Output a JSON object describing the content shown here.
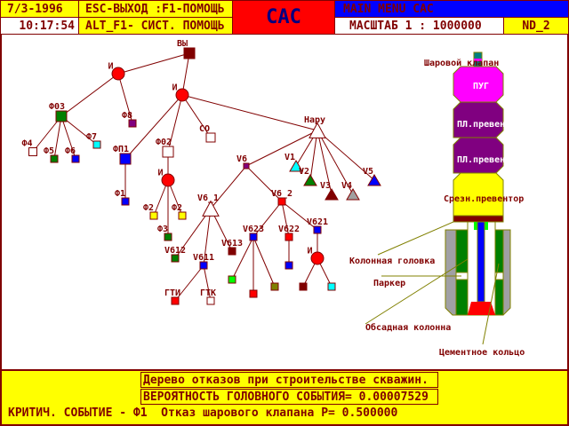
{
  "header": {
    "date": "7/3-1996",
    "time": "10:17:54",
    "hint_line1": "ESC-ВЫХОД :F1-ПОМОЩЬ",
    "hint_line2": "ALT_F1- СИСТ. ПОМОЩЬ",
    "app_title": "САС",
    "menu_title": "MAIN MENU  САС",
    "scale": "МАСШТАБ 1 : 1000000",
    "map_id": "ND_2"
  },
  "colors": {
    "dark_red": "#800000",
    "yellow": "#ffff00",
    "red": "#ff0000",
    "blue": "#0000ff"
  },
  "tree": {
    "nodes": [
      {
        "id": "top",
        "label": "ВЫ",
        "shape": "square",
        "color": "#800000"
      },
      {
        "id": "and1",
        "label": "И",
        "shape": "circle",
        "color": "#ff0000"
      },
      {
        "id": "and2",
        "label": "И",
        "shape": "circle",
        "color": "#ff0000"
      },
      {
        "id": "f03",
        "label": "Ф03",
        "shape": "square",
        "color": "#008000"
      },
      {
        "id": "f8",
        "label": "Ф8",
        "shape": "square",
        "color": "#800080"
      },
      {
        "id": "f4",
        "label": "Ф4",
        "shape": "square",
        "color": "#ffffff"
      },
      {
        "id": "f5",
        "label": "Ф5",
        "shape": "square",
        "color": "#008000"
      },
      {
        "id": "f6",
        "label": "Ф6",
        "shape": "square",
        "color": "#0000ff"
      },
      {
        "id": "f7",
        "label": "Ф7",
        "shape": "square",
        "color": "#00ffff"
      },
      {
        "id": "fp1",
        "label": "ФП1",
        "shape": "square",
        "color": "#0000ff"
      },
      {
        "id": "f1",
        "label": "Ф1",
        "shape": "square",
        "color": "#0000ff"
      },
      {
        "id": "f02",
        "label": "Ф02",
        "shape": "square",
        "color": "#ffffff"
      },
      {
        "id": "and3",
        "label": "И",
        "shape": "circle",
        "color": "#ff0000"
      },
      {
        "id": "f2a",
        "label": "Ф2",
        "shape": "square",
        "color": "#ffff00"
      },
      {
        "id": "f2b",
        "label": "Ф2",
        "shape": "square",
        "color": "#ffff00"
      },
      {
        "id": "f3",
        "label": "Ф3",
        "shape": "square",
        "color": "#008000"
      },
      {
        "id": "co",
        "label": "СО",
        "shape": "square",
        "color": "#ffffff"
      },
      {
        "id": "naru",
        "label": "Нару",
        "shape": "triangle",
        "color": "#ffffff"
      },
      {
        "id": "v6",
        "label": "V6",
        "shape": "square",
        "color": "#800080"
      },
      {
        "id": "v1",
        "label": "V1",
        "shape": "triangle",
        "color": "#00ffff"
      },
      {
        "id": "v2",
        "label": "V2",
        "shape": "triangle",
        "color": "#008000"
      },
      {
        "id": "v3",
        "label": "V3",
        "shape": "triangle",
        "color": "#800000"
      },
      {
        "id": "v4",
        "label": "V4",
        "shape": "triangle",
        "color": "#a0a0a0"
      },
      {
        "id": "v5",
        "label": "V5",
        "shape": "triangle",
        "color": "#0000ff"
      },
      {
        "id": "v61",
        "label": "V6_1",
        "shape": "triangle",
        "color": "#ffffff"
      },
      {
        "id": "v62",
        "label": "V6_2",
        "shape": "square",
        "color": "#ff0000"
      },
      {
        "id": "v612",
        "label": "V612",
        "shape": "square",
        "color": "#008000"
      },
      {
        "id": "v611",
        "label": "V611",
        "shape": "square",
        "color": "#0000ff"
      },
      {
        "id": "v613",
        "label": "V613",
        "shape": "square",
        "color": "#800000"
      },
      {
        "id": "v623",
        "label": "V623",
        "shape": "square",
        "color": "#0000ff"
      },
      {
        "id": "v622",
        "label": "V622",
        "shape": "square",
        "color": "#ff0000"
      },
      {
        "id": "v621",
        "label": "V621",
        "shape": "square",
        "color": "#0000ff"
      },
      {
        "id": "and4",
        "label": "И",
        "shape": "circle",
        "color": "#ff0000"
      },
      {
        "id": "gti",
        "label": "ГТИ",
        "shape": "square",
        "color": "#ff0000"
      },
      {
        "id": "gtk",
        "label": "ГТК",
        "shape": "square",
        "color": "#ffffff"
      },
      {
        "id": "c1",
        "label": "",
        "shape": "square",
        "color": "#00ff00"
      },
      {
        "id": "c2",
        "label": "",
        "shape": "square",
        "color": "#ff0000"
      },
      {
        "id": "c3",
        "label": "",
        "shape": "square",
        "color": "#808000"
      },
      {
        "id": "c4",
        "label": "",
        "shape": "square",
        "color": "#0000ff"
      },
      {
        "id": "c5",
        "label": "",
        "shape": "square",
        "color": "#800000"
      },
      {
        "id": "c6",
        "label": "",
        "shape": "square",
        "color": "#00ffff"
      }
    ],
    "edges": [
      [
        "top",
        "and1"
      ],
      [
        "top",
        "and2"
      ],
      [
        "and1",
        "f03"
      ],
      [
        "and1",
        "f8"
      ],
      [
        "f03",
        "f4"
      ],
      [
        "f03",
        "f5"
      ],
      [
        "f03",
        "f6"
      ],
      [
        "f03",
        "f7"
      ],
      [
        "and2",
        "fp1"
      ],
      [
        "fp1",
        "f1"
      ],
      [
        "and2",
        "f02"
      ],
      [
        "f02",
        "and3"
      ],
      [
        "and3",
        "f2a"
      ],
      [
        "and3",
        "f2b"
      ],
      [
        "and3",
        "f3"
      ],
      [
        "and2",
        "co"
      ],
      [
        "and2",
        "naru"
      ],
      [
        "naru",
        "v6"
      ],
      [
        "naru",
        "v1"
      ],
      [
        "naru",
        "v2"
      ],
      [
        "naru",
        "v3"
      ],
      [
        "naru",
        "v4"
      ],
      [
        "naru",
        "v5"
      ],
      [
        "v6",
        "v61"
      ],
      [
        "v6",
        "v62"
      ],
      [
        "v61",
        "v612"
      ],
      [
        "v61",
        "v611"
      ],
      [
        "v61",
        "v613"
      ],
      [
        "v611",
        "gti"
      ],
      [
        "v611",
        "gtk"
      ],
      [
        "v62",
        "v623"
      ],
      [
        "v62",
        "v622"
      ],
      [
        "v62",
        "v621"
      ],
      [
        "v623",
        "c1"
      ],
      [
        "v623",
        "c2"
      ],
      [
        "v623",
        "c3"
      ],
      [
        "v622",
        "c4"
      ],
      [
        "v621",
        "and4"
      ],
      [
        "and4",
        "c5"
      ],
      [
        "and4",
        "c6"
      ]
    ]
  },
  "well": {
    "ball_valve": "Шаровой клапан",
    "pug": "ПУГ",
    "preventer1": "ПЛ.превентор",
    "preventer2": "ПЛ.превентор",
    "shear_preventer": "Срезн.превентор",
    "casing_head": "Колонная головка",
    "packer": "Паркер",
    "casing": "Обсадная колонна",
    "cement_ring": "Цементное кольцо"
  },
  "footer": {
    "title": "Дерево отказов при строительстве скважин.",
    "probability": "ВЕРОЯТНОСТЬ ГОЛОВНОГО СОБЫТИЯ= 0.00007529",
    "critical": "КРИТИЧ. СОБЫТИЕ - Ф1  Отказ шарового клапана P= 0.500000"
  }
}
